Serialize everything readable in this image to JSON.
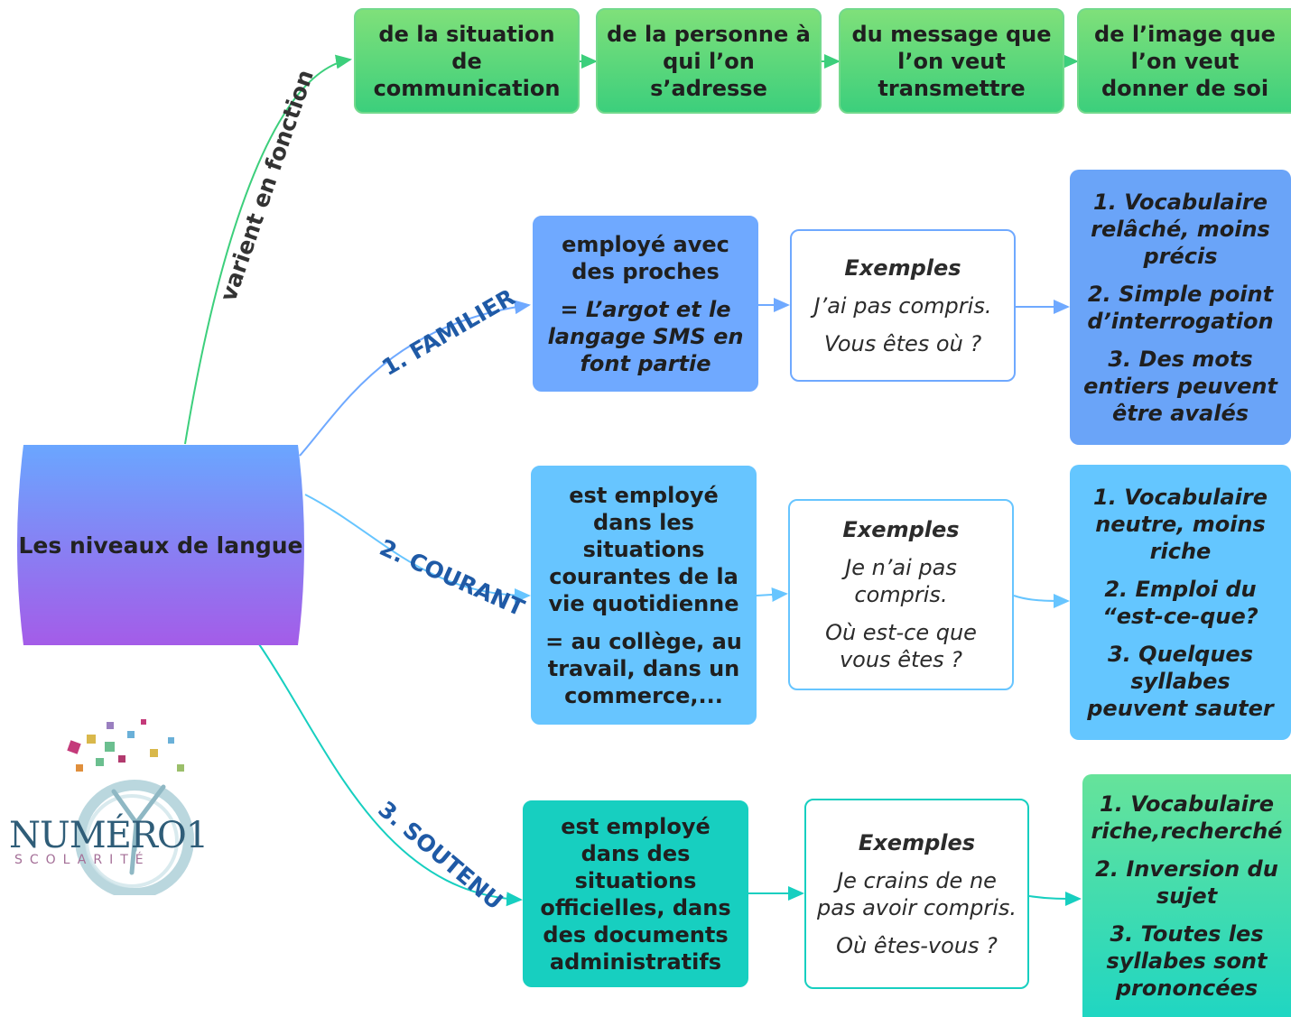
{
  "center": {
    "label": "Les niveaux de langue"
  },
  "top_branch": {
    "label": "varient en fonction",
    "boxes": [
      "de la situation de communication",
      "de la personne à qui l’on s’adresse",
      "du message que l’on veut transmettre",
      "de l’image que l’on veut donner de soi"
    ]
  },
  "levels": [
    {
      "label": "1. FAMILIER",
      "definition": [
        "employé avec des proches",
        "= L’argot et le langage SMS en font partie"
      ],
      "examples_title": "Exemples",
      "examples": [
        "J’ai pas compris.",
        "Vous êtes où ?"
      ],
      "features": [
        "1. Vocabulaire relâché, moins précis",
        "2. Simple point d’interrogation",
        "3. Des mots entiers peuvent être avalés"
      ]
    },
    {
      "label": "2. COURANT",
      "definition": [
        "est employé dans les situations courantes de la vie quotidienne",
        "= au collège, au travail, dans un commerce,..."
      ],
      "examples_title": "Exemples",
      "examples": [
        "Je n’ai pas compris.",
        "Où est-ce que vous êtes ?"
      ],
      "features": [
        "1. Vocabulaire neutre, moins riche",
        "2. Emploi du “est-ce-que?",
        "3. Quelques syllabes peuvent sauter"
      ]
    },
    {
      "label": "3. SOUTENU",
      "definition": [
        "est employé dans des situations officielles, dans des documents administratifs"
      ],
      "examples_title": "Exemples",
      "examples": [
        "Je crains de ne pas avoir compris.",
        "Où êtes-vous ?"
      ],
      "features": [
        "1.  Vocabulaire riche,recherché",
        "2. Inversion du sujet",
        "3. Toutes les syllabes sont prononcées"
      ]
    }
  ],
  "logo": {
    "word": "NUMÉRO1",
    "subword": "SCOLARITÉ"
  },
  "colors": {
    "top_branch": "#3ccf7c",
    "familier": "#6fa9ff",
    "courant": "#67c5ff",
    "soutenu": "#17cfc0",
    "label_blue": "#1f5aa6"
  }
}
